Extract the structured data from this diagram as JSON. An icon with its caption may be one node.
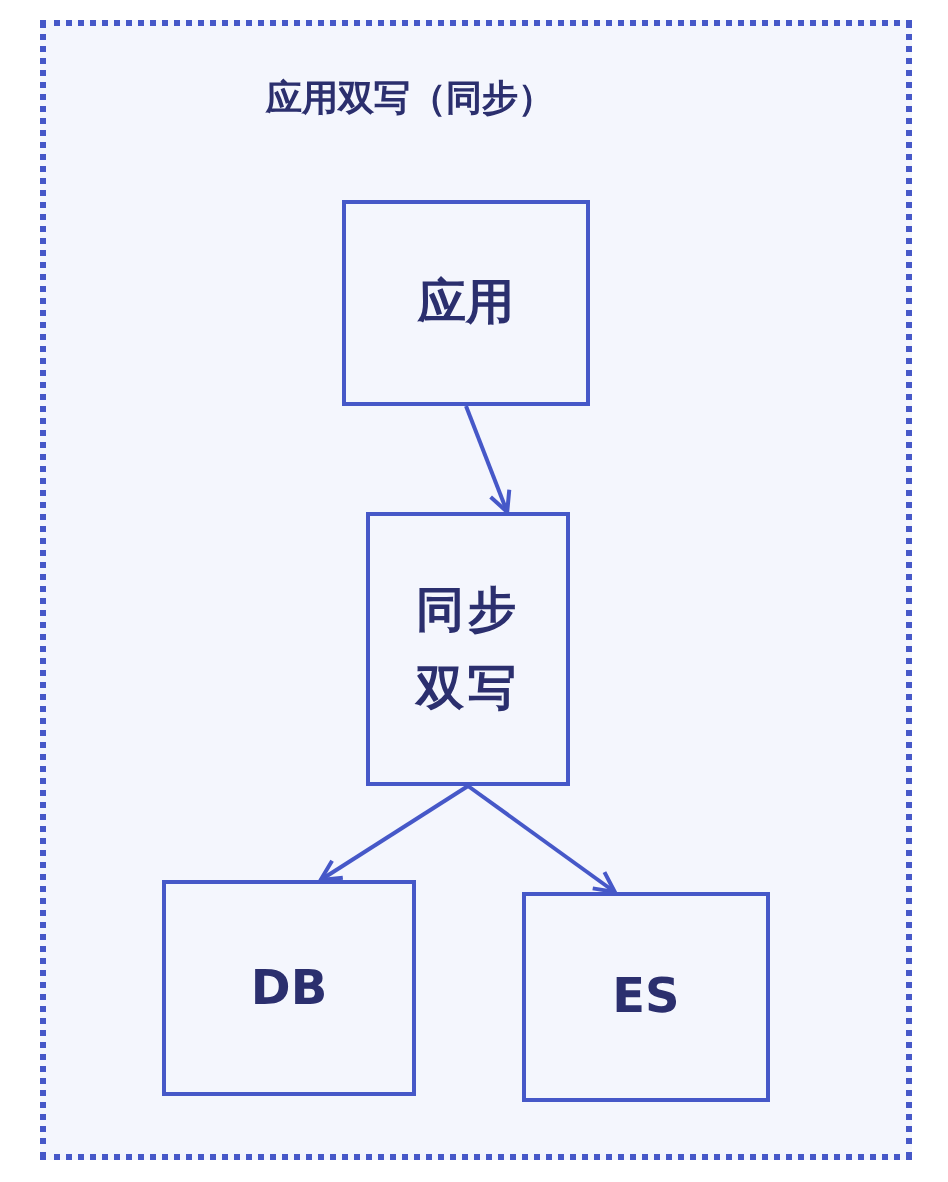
{
  "diagram": {
    "nodes": [
      {
        "text": [
          "应用双写（同步）"
        ]
      },
      {
        "text": [
          "应用"
        ],
        "in": 0
      },
      {
        "text": [
          "同步双写"
        ],
        "in": 0
      },
      {
        "text": [
          "DB"
        ],
        "in": 0
      },
      {
        "text": [
          "ES"
        ],
        "in": 0
      }
    ],
    "edges": [
      {
        "from": 1,
        "to": 2,
        "arrow": "to"
      },
      {
        "from": 2,
        "to": 3,
        "arrow": "to"
      },
      {
        "from": 2,
        "to": 4,
        "arrow": "to"
      }
    ]
  }
}
